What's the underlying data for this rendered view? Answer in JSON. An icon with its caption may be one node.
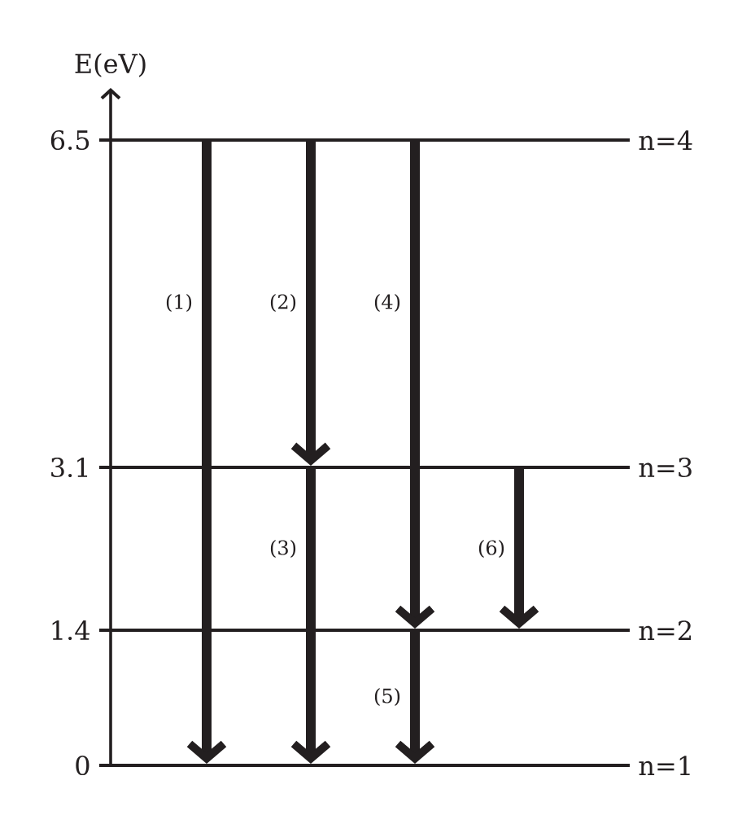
{
  "diagram": {
    "nodes": [
      {
        "text": [
          "n=4"
        ],
        "beside": [
          "6.5"
        ]
      },
      {
        "text": [
          "n=3"
        ],
        "beside": [
          "3.1"
        ]
      },
      {
        "text": [
          "n=2"
        ],
        "beside": [
          "1.4"
        ]
      },
      {
        "text": [
          "n=1"
        ],
        "beside": [
          "0"
        ]
      }
    ],
    "edges": [
      {
        "from": 0,
        "to": 3,
        "arrow": "to",
        "label": "(1)"
      },
      {
        "from": 0,
        "to": 1,
        "arrow": "to",
        "label": "(2)"
      },
      {
        "from": 1,
        "to": 3,
        "arrow": "to",
        "label": "(3)"
      },
      {
        "from": 0,
        "to": 2,
        "arrow": "to",
        "label": "(4)"
      },
      {
        "from": 2,
        "to": 3,
        "arrow": "to",
        "label": "(5)"
      },
      {
        "from": 1,
        "to": 2,
        "arrow": "to",
        "label": "(6)"
      }
    ],
    "labels": [
      "E(eV)"
    ]
  }
}
